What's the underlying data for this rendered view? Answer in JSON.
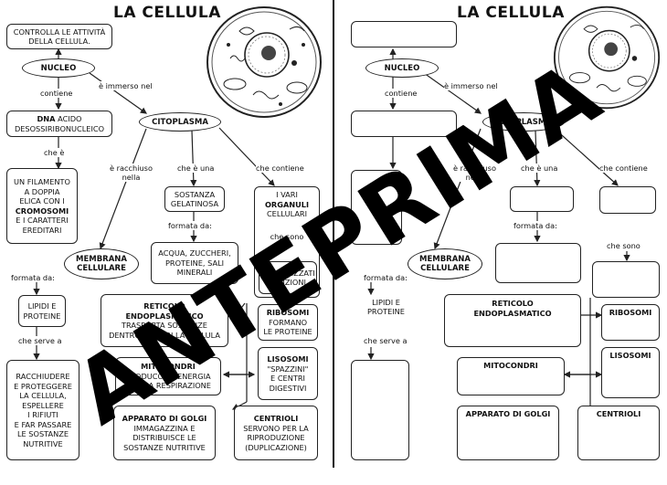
{
  "title": "LA CELLULA",
  "watermark": "ANTEPRIMA",
  "left": {
    "controlla": [
      "CONTROLLA LE ATTIVITÀ",
      "DELLA CELLULA."
    ],
    "nucleo": "NUCLEO",
    "contiene": "contiene",
    "immerso": "è immerso nel",
    "dna_bold": "DNA",
    "dna_rest": " ACIDO",
    "dna_line2": "DESOSSIRIBONUCLEICO",
    "che_e": "che è",
    "filamento": [
      "UN FILAMENTO",
      "A DOPPIA",
      "ELICA CON I"
    ],
    "cromosomi": "CROMOSOMI",
    "filamento_end": [
      "E I CARATTERI",
      "EREDITARI"
    ],
    "citoplasma": "CITOPLASMA",
    "racchiuso": [
      "è racchiuso",
      "nella"
    ],
    "che_una": "che è una",
    "che_contiene": "che contiene",
    "sostanza": [
      "SOSTANZA",
      "GELATINOSA"
    ],
    "formata_da": "formata da:",
    "acqua": [
      "ACQUA, ZUCCHERI,",
      "PROTEINE, SALI",
      "MINERALI"
    ],
    "vari": [
      "I VARI",
      "ORGANULI",
      "CELLULARI"
    ],
    "che_sono": "che sono",
    "specializzati": [
      "SPECIALIZZATI",
      "FUNZIONI"
    ],
    "membrana": [
      "MEMBRANA",
      "CELLULARE"
    ],
    "formata_da2": "formata da:",
    "lipidi": [
      "LIPIDI E",
      "PROTEINE"
    ],
    "che_serve": "che serve a",
    "racchiudere": [
      "RACCHIUDERE",
      "E PROTEGGERE",
      "LA CELLULA,",
      "ESPELLERE",
      "I RIFIUTI",
      "E FAR PASSARE",
      "LE SOSTANZE",
      "NUTRITIVE"
    ],
    "reticolo": [
      "RETICOLO",
      "ENDOPLASMATICO"
    ],
    "reticolo_desc": [
      "TRASPORTA SOSTANZE",
      "DENTRO E FUORI LA CELLULA"
    ],
    "ribosomi": "RIBOSOMI",
    "ribosomi_desc": [
      "FORMANO",
      "LE PROTEINE"
    ],
    "mitocondri": "MITOCONDRI",
    "mitocondri_desc": [
      "PRODUCONO ENERGIA",
      "CON LA RESPIRAZIONE"
    ],
    "lisosomi": "LISOSOMI",
    "lisosomi_desc": [
      "\"SPAZZINI\"",
      "E CENTRI",
      "DIGESTIVI"
    ],
    "golgi": "APPARATO DI GOLGI",
    "golgi_desc": [
      "IMMAGAZZINA E",
      "DISTRIBUISCE LE",
      "SOSTANZE NUTRITIVE"
    ],
    "centrioli": "CENTRIOLI",
    "centrioli_desc": [
      "SERVONO PER LA",
      "RIPRODUZIONE",
      "(DUPLICAZIONE)"
    ]
  },
  "right": {
    "nucleo": "NUCLEO",
    "contiene": "contiene",
    "immerso": "è immerso nel",
    "citoplasma": "CITOPLASMA",
    "racchiuso": [
      "è racchiuso",
      "nella"
    ],
    "che_una": "che è una",
    "che_contiene": "che contiene",
    "formata_da": "formata da:",
    "che_sono": "che sono",
    "membrana": [
      "MEMBRANA",
      "CELLULARE"
    ],
    "formata_da2": "formata da:",
    "lipidi": [
      "LIPIDI E",
      "PROTEINE"
    ],
    "che_serve": "che serve a",
    "reticolo": [
      "RETICOLO",
      "ENDOPLASMATICO"
    ],
    "ribosomi": "RIBOSOMI",
    "mitocondri": "MITOCONDRI",
    "lisosomi": "LISOSOMI",
    "golgi": "APPARATO DI GOLGI",
    "centrioli": "CENTRIOLI"
  }
}
